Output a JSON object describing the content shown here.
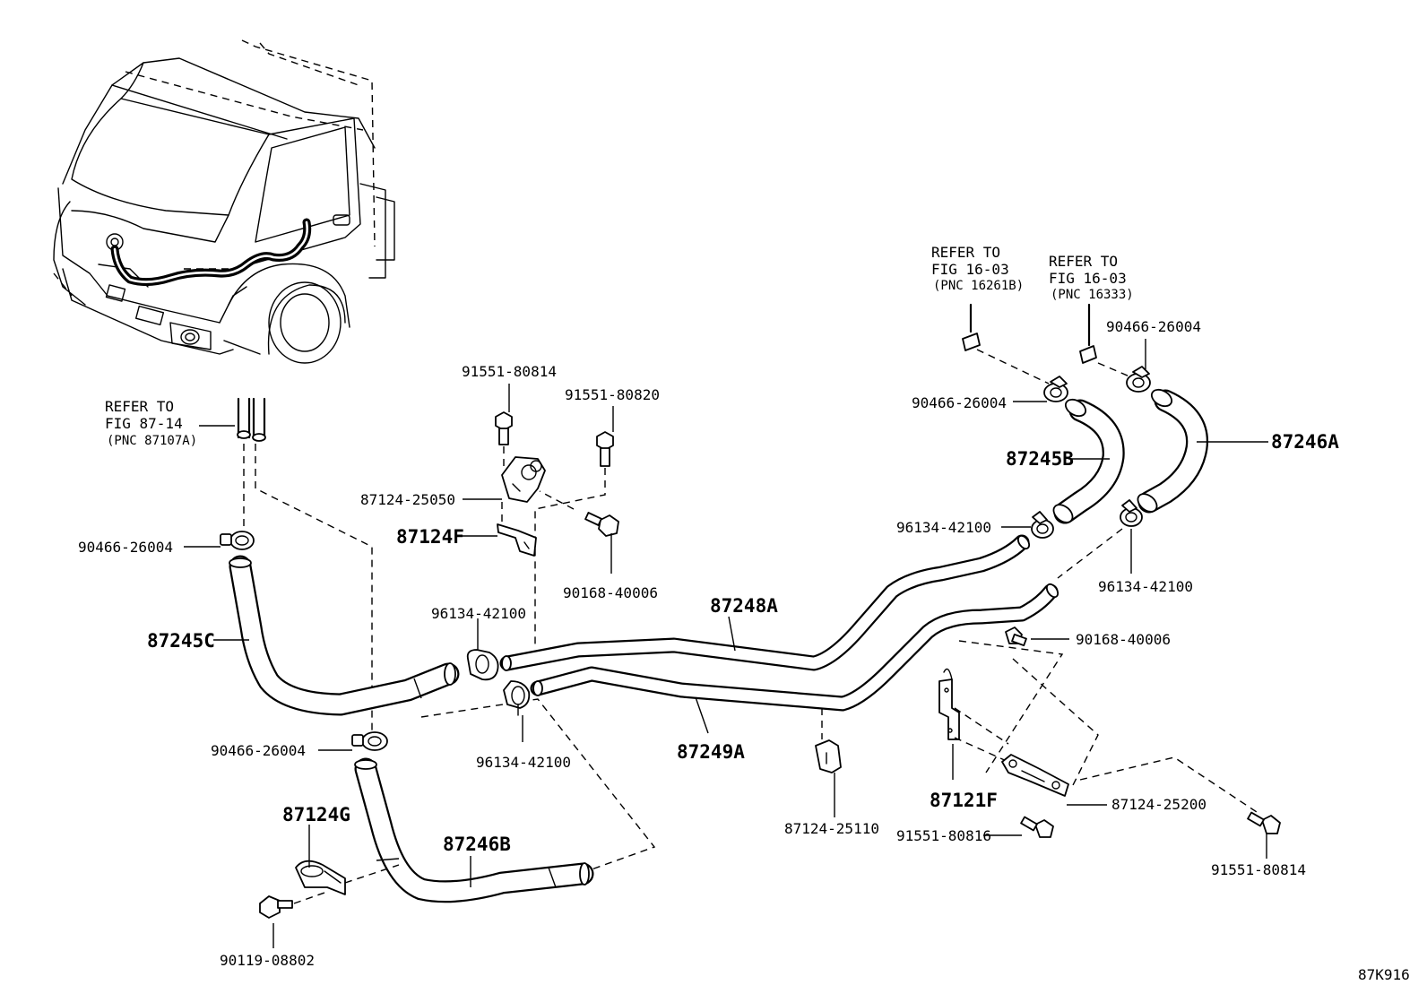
{
  "labels": {
    "refer_8714_l1": "REFER TO",
    "refer_8714_l2": "FIG 87-14",
    "refer_8714_l3": "(PNC 87107A)",
    "refer_1603a_l1": "REFER TO",
    "refer_1603a_l2": "FIG 16-03",
    "refer_1603a_l3": "(PNC 16261B)",
    "refer_1603b_l1": "REFER TO",
    "refer_1603b_l2": "FIG 16-03",
    "refer_1603b_l3": "(PNC 16333)",
    "p_9155180814_top": "91551-80814",
    "p_9155180820": "91551-80820",
    "p_8712425050": "87124-25050",
    "p_87124F": "87124F",
    "p_9016840006_a": "90168-40006",
    "p_9046626004_left": "90466-26004",
    "p_87245C": "87245C",
    "p_9613442100_a": "96134-42100",
    "p_87248A": "87248A",
    "p_87249A": "87249A",
    "p_9613442100_b": "96134-42100",
    "p_9046626004_mid": "90466-26004",
    "p_87124G": "87124G",
    "p_87246B": "87246B",
    "p_9011908802": "90119-08802",
    "p_9046626004_r1": "90466-26004",
    "p_9046626004_r2": "90466-26004",
    "p_87245B": "87245B",
    "p_87246A": "87246A",
    "p_9613442100_c": "96134-42100",
    "p_9613442100_d": "96134-42100",
    "p_9016840006_b": "90168-40006",
    "p_8712425110": "87124-25110",
    "p_87121F": "87121F",
    "p_9155180816": "91551-80816",
    "p_8712425200": "87124-25200",
    "p_9155180814_r": "91551-80814",
    "figure_code": "87K916"
  }
}
